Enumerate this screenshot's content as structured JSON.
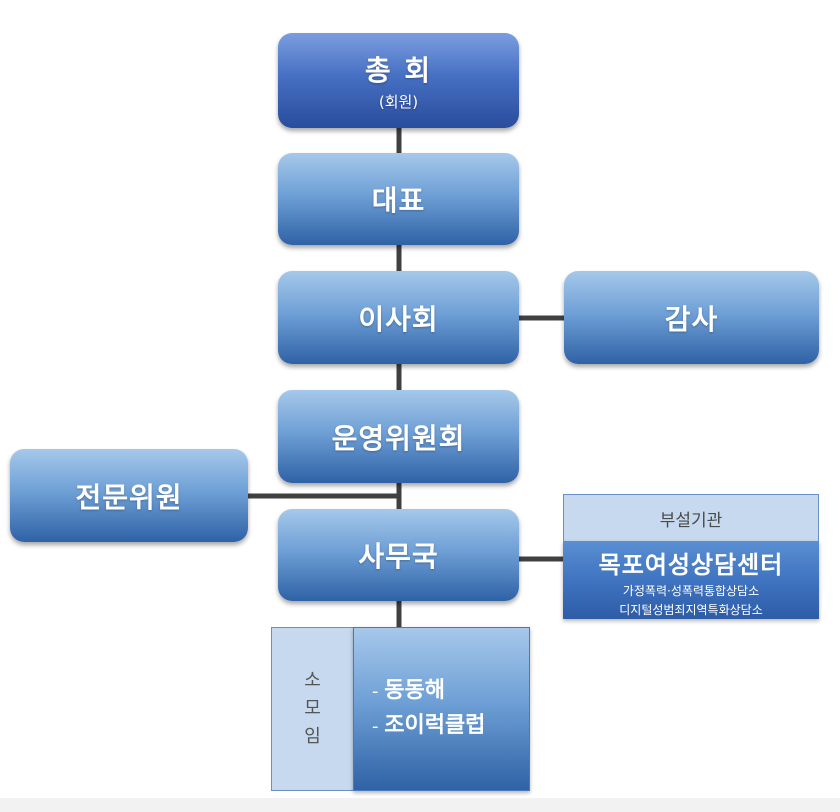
{
  "general_assembly": {
    "title": "총 회",
    "subtitle": "(회원)"
  },
  "representative": "대표",
  "board": "이사회",
  "audit": "감사",
  "steering_committee": "운영위원회",
  "expert_committee": "전문위원",
  "secretariat": "사무국",
  "affiliate": {
    "header": "부설기관",
    "name": "목포여성상담센터",
    "programs": [
      "가정폭력·성폭력통합상담소",
      "디지털성범죄지역특화상담소"
    ]
  },
  "clubs": {
    "label_chars": [
      "소",
      "모",
      "임"
    ],
    "items": [
      "동동해",
      "조이럭클럽"
    ]
  },
  "colors": {
    "connector": "#404040",
    "box_top": "#a6c8ea",
    "box_bottom": "#2f62a6"
  }
}
